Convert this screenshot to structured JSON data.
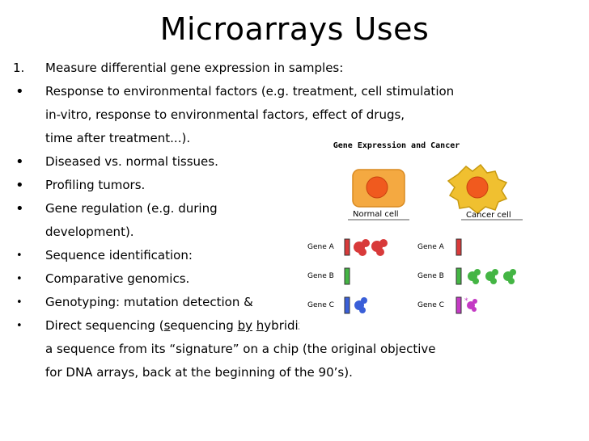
{
  "slide": {
    "title": "Microarrays Uses",
    "items": [
      {
        "marker": "1.",
        "lines": [
          "Measure differential gene expression in samples:"
        ]
      },
      {
        "marker": "•",
        "lines": [
          "Response to environmental factors (e.g. treatment, cell stimulation",
          "in-vitro, response to environmental factors, effect of drugs,",
          "time after treatment...)."
        ]
      },
      {
        "marker": "•",
        "lines": [
          "Diseased vs. normal tissues."
        ]
      },
      {
        "marker": "•",
        "lines": [
          "Profiling tumors."
        ]
      },
      {
        "marker": "•",
        "lines": [
          "Gene regulation (e.g. during",
          "development)."
        ]
      },
      {
        "marker": "•",
        "lines": [
          "Sequence identification:"
        ]
      },
      {
        "marker": "•",
        "lines": [
          "Comparative genomics."
        ]
      },
      {
        "marker": "•",
        "lines": [
          "Genotyping: mutation detection &"
        ]
      },
      {
        "marker": "•",
        "lines": [
          "a sequence from its “signature” on a chip (the original objective",
          "for DNA arrays, back at the beginning of the 90’s)."
        ]
      }
    ],
    "last_item_first_line": {
      "prefix": "Direct sequencing (",
      "s": "s",
      "mid1": "equencing ",
      "by": "by",
      "mid2": " ",
      "h": "h",
      "rest": "ybridization, SBH), determine"
    }
  },
  "figure": {
    "title": "Gene Expression and Cancer",
    "normal_caption": "Normal cell",
    "cancer_caption": "Cancer cell",
    "gene_labels": [
      "Gene A",
      "Gene B",
      "Gene C"
    ],
    "colors": {
      "gene_a": "#d83a3a",
      "gene_b": "#44b544",
      "gene_c": "#3a5fd8",
      "cancer_c": "#c43ac4",
      "normal_cell": "#f4a941",
      "cancer_cell": "#f0c030",
      "nucleus": "#f05a1e"
    }
  }
}
